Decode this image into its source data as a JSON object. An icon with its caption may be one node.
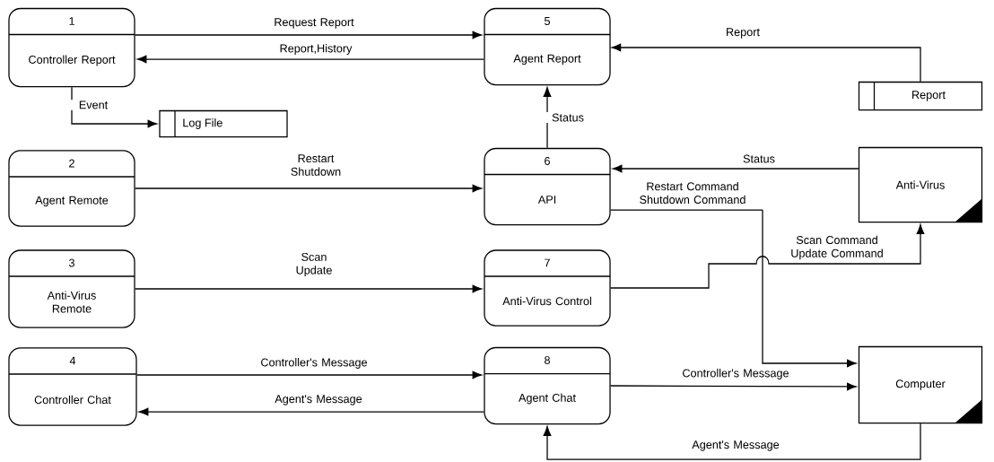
{
  "diagram": {
    "nodes": [
      {
        "text": [
          "1",
          "Controller Report"
        ]
      },
      {
        "text": [
          "5",
          "Agent Report"
        ]
      },
      {
        "text": [
          "Log File"
        ]
      },
      {
        "text": [
          "Report"
        ]
      },
      {
        "text": [
          "2",
          "Agent Remote"
        ]
      },
      {
        "text": [
          "6",
          "API"
        ]
      },
      {
        "text": [
          "Anti-Virus"
        ]
      },
      {
        "text": [
          "3",
          "Anti-Virus Remote"
        ]
      },
      {
        "text": [
          "7",
          "Anti-Virus Control"
        ]
      },
      {
        "text": [
          "4",
          "Controller Chat"
        ]
      },
      {
        "text": [
          "8",
          "Agent Chat"
        ]
      },
      {
        "text": [
          "Computer"
        ]
      }
    ],
    "edges": [
      {
        "from": 0,
        "to": 1,
        "arrow": "to",
        "label": "Request Report"
      },
      {
        "from": 1,
        "to": 0,
        "arrow": "to",
        "label": "Report,History"
      },
      {
        "from": 0,
        "to": 2,
        "arrow": "to",
        "label": "Event"
      },
      {
        "from": 3,
        "to": 1,
        "arrow": "to",
        "label": "Report"
      },
      {
        "from": 5,
        "to": 1,
        "arrow": "to",
        "label": "Status"
      },
      {
        "from": 4,
        "to": 5,
        "arrow": "to",
        "label": "Restart Shutdown"
      },
      {
        "from": 6,
        "to": 5,
        "arrow": "to",
        "label": "Status"
      },
      {
        "from": 5,
        "to": 11,
        "arrow": "to",
        "label": "Restart Command Shutdown Command"
      },
      {
        "from": 7,
        "to": 8,
        "arrow": "to",
        "label": "Scan Update"
      },
      {
        "from": 8,
        "to": 6,
        "arrow": "to",
        "label": "Scan Command Update Command"
      },
      {
        "from": 9,
        "to": 10,
        "arrow": "to",
        "label": "Controller's Message"
      },
      {
        "from": 10,
        "to": 9,
        "arrow": "to",
        "label": "Agent's Message"
      },
      {
        "from": 10,
        "to": 11,
        "arrow": "to",
        "label": "Controller's Message"
      },
      {
        "from": 11,
        "to": 10,
        "arrow": "to",
        "label": "Agent's Message"
      }
    ]
  }
}
